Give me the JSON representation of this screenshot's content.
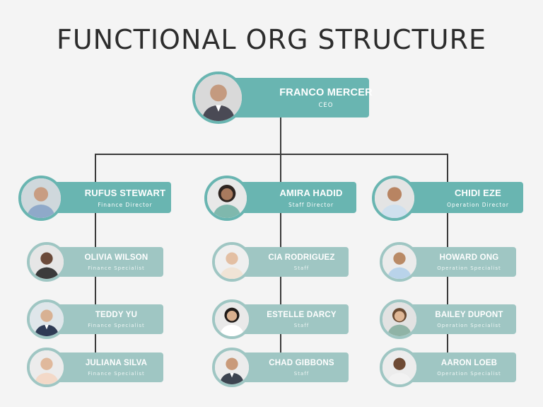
{
  "title": "FUNCTIONAL ORG STRUCTURE",
  "colors": {
    "primary": "#69b5b1",
    "secondary": "#9fc6c3",
    "line": "#3a3a3a",
    "background": "#f4f4f4"
  },
  "ceo": {
    "name": "FRANCO MERCER",
    "role": "CEO"
  },
  "departments": [
    {
      "director": {
        "name": "RUFUS STEWART",
        "role": "Finance Director"
      },
      "members": [
        {
          "name": "OLIVIA WILSON",
          "role": "Finance Specialist"
        },
        {
          "name": "TEDDY YU",
          "role": "Finance Specialist"
        },
        {
          "name": "JULIANA SILVA",
          "role": "Finance Specialist"
        }
      ]
    },
    {
      "director": {
        "name": "AMIRA HADID",
        "role": "Staff Director"
      },
      "members": [
        {
          "name": "CIA RODRIGUEZ",
          "role": "Staff"
        },
        {
          "name": "ESTELLE DARCY",
          "role": "Staff"
        },
        {
          "name": "CHAD GIBBONS",
          "role": "Staff"
        }
      ]
    },
    {
      "director": {
        "name": "CHIDI EZE",
        "role": "Operation Director"
      },
      "members": [
        {
          "name": "HOWARD ONG",
          "role": "Operation Specialist"
        },
        {
          "name": "BAILEY DUPONT",
          "role": "Operation Specialist"
        },
        {
          "name": "AARON LOEB",
          "role": "Operation Specialist"
        }
      ]
    }
  ]
}
